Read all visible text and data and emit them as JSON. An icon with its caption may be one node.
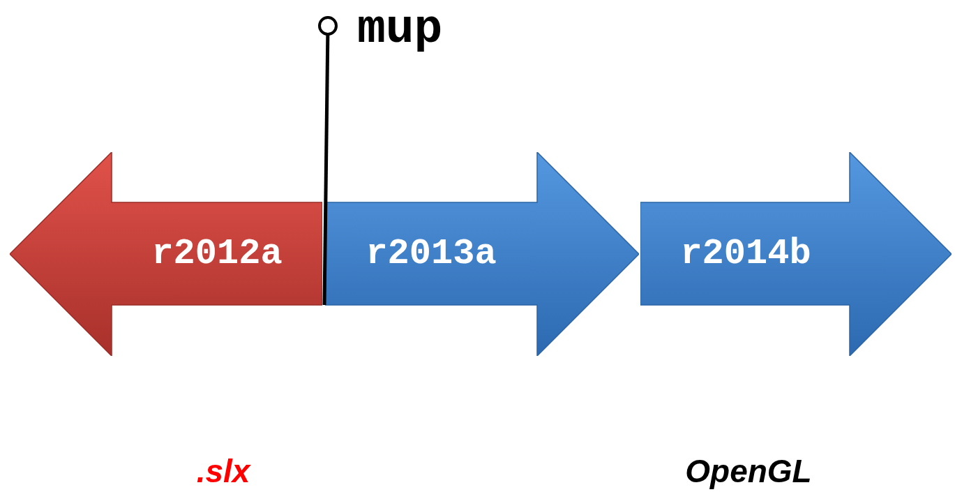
{
  "diagram": {
    "nodes": [
      {
        "text": [
          "r2012a"
        ],
        "beside": [
          ".slx"
        ]
      },
      {
        "text": [
          "r2013a"
        ]
      },
      {
        "text": [
          "r2014b"
        ],
        "beside": [
          "OpenGL"
        ]
      },
      {
        "text": [
          "mup"
        ]
      }
    ],
    "edges": [
      {
        "from": 3,
        "to": 0,
        "arrow": "other"
      }
    ]
  }
}
